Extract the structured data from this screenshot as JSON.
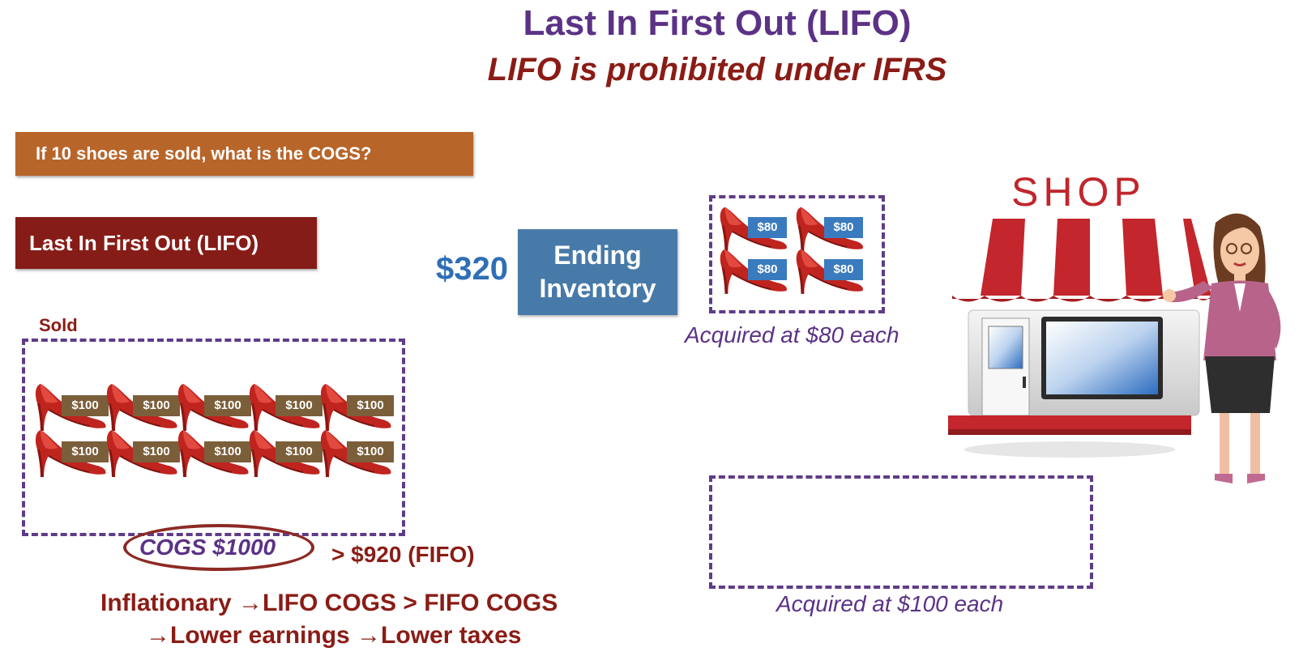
{
  "header": {
    "title": "Last In First Out (LIFO)",
    "subtitle": "LIFO is prohibited under IFRS"
  },
  "question": "If 10 shoes are sold, what is the COGS?",
  "method_label": "Last In First Out (LIFO)",
  "ending_inventory": {
    "value": "$320",
    "label_line1": "Ending",
    "label_line2": "Inventory"
  },
  "sold": {
    "label": "Sold",
    "price_tags": [
      "$100",
      "$100",
      "$100",
      "$100",
      "$100",
      "$100",
      "$100",
      "$100",
      "$100",
      "$100"
    ]
  },
  "remaining": {
    "price_tags": [
      "$80",
      "$80",
      "$80",
      "$80"
    ],
    "caption": "Acquired at $80 each"
  },
  "empty_batch": {
    "caption": "Acquired at $100 each"
  },
  "cogs": {
    "label": "COGS $1000",
    "comparison": "> $920 (FIFO)"
  },
  "notes": {
    "line1": "Inflationary →LIFO COGS > FIFO COGS",
    "line2": "→Lower earnings →Lower taxes"
  },
  "shop": {
    "sign": "SHOP"
  },
  "icons": [
    "high-heel-shoe-icon",
    "shop-storefront-icon",
    "shopkeeper-woman-icon"
  ],
  "colors": {
    "title": "#5b3286",
    "subtitle": "#8a1c15",
    "question_bg": "#b8652a",
    "method_bg": "#861c17",
    "ending_box_bg": "#477aa8",
    "value_blue": "#2f6fb5",
    "tag100": "#7b5e3a",
    "tag80": "#3a7bbf",
    "dashed_border": "#5f3c89"
  }
}
